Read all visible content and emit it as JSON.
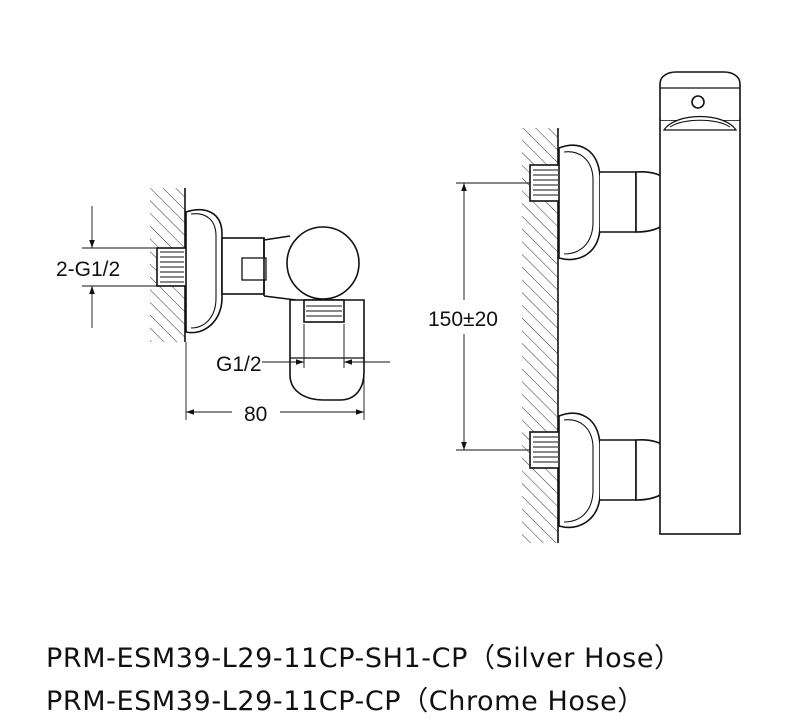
{
  "dimensions": {
    "inlet_label": "2-G1/2",
    "outlet_label": "G1/2",
    "depth_label": "80",
    "spacing_label": "150±20"
  },
  "captions": [
    "PRM-ESM39-L29-11CP-SH1-CP（Silver Hose）",
    "PRM-ESM39-L29-11CP-CP（Chrome Hose）"
  ]
}
